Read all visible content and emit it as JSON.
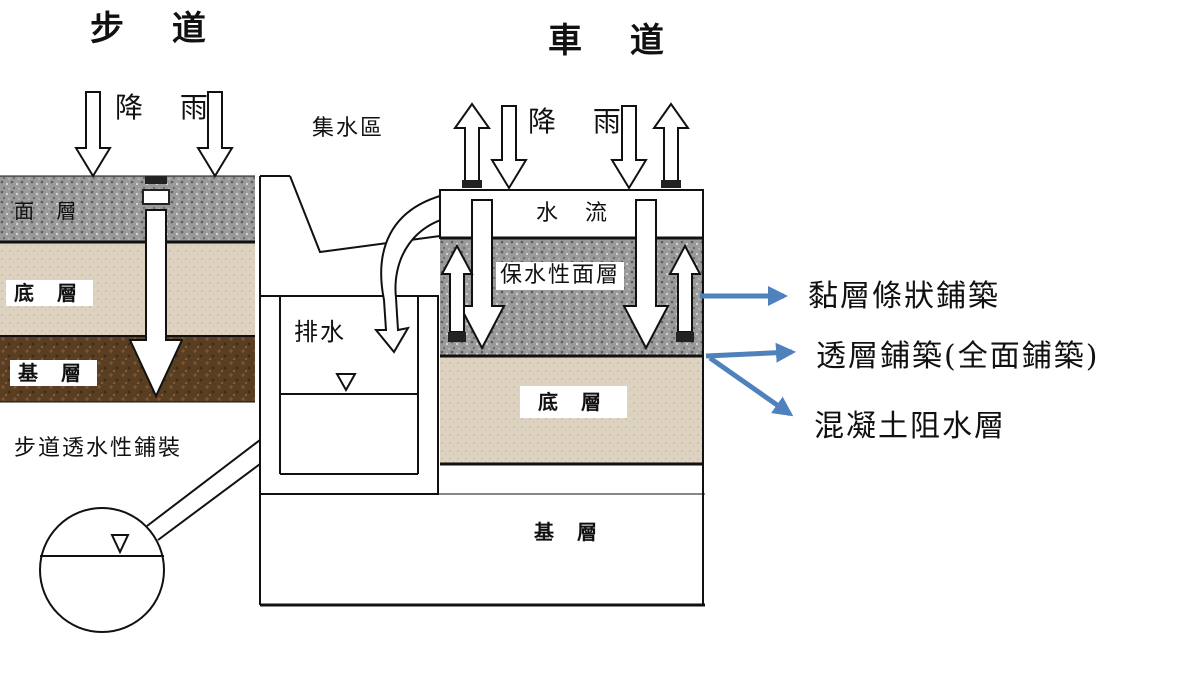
{
  "sidewalk": {
    "title": "步 道",
    "rain": "降 雨",
    "surface": "面 層",
    "base": "底 層",
    "subbase": "基 層",
    "caption": "步道透水性鋪裝"
  },
  "center": {
    "catchment": "集水區",
    "drain": "排水"
  },
  "roadway": {
    "title": "車 道",
    "rain": "降 雨",
    "flow": "水 流",
    "surface": "保水性面層",
    "base": "底 層",
    "subbase": "基 層"
  },
  "legend": [
    "黏層條狀鋪築",
    "透層鋪築(全面鋪築)",
    "混凝土阻水層"
  ],
  "colors": {
    "arrow_blue": "#4f81bd",
    "gravel": "#8c8c8c",
    "sand": "#ddd3c0",
    "earth": "#5a3e22"
  }
}
